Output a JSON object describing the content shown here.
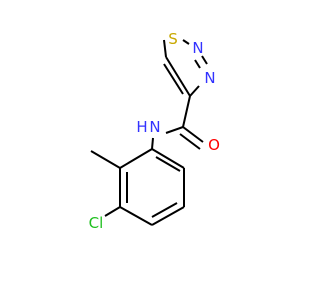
{
  "molecule": {
    "colors": {
      "bond": "#000000",
      "carbon": "#000000",
      "nitrogen": "#3333ff",
      "oxygen": "#ff0000",
      "sulfur": "#c8a800",
      "chlorine": "#20c020"
    },
    "labels": {
      "s1": "S",
      "n_ring_top": "N",
      "n_ring_bottom": "N",
      "o_carbonyl": "O",
      "nh": "N",
      "nh_h": "H",
      "cl": "Cl"
    }
  }
}
